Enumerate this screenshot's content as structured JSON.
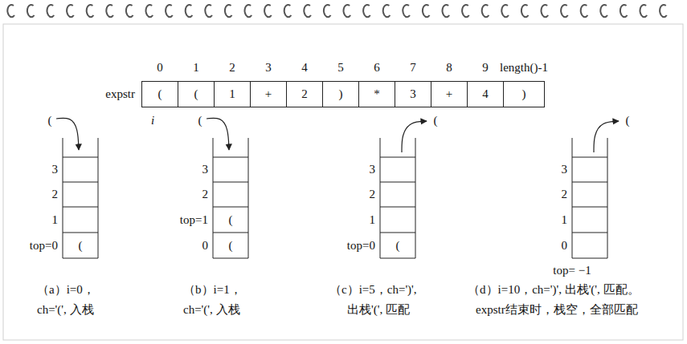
{
  "diagram": {
    "nodes": [
      {
        "text": [
          "("
        ]
      },
      {
        "text": [
          "("
        ]
      },
      {
        "text": [
          "1"
        ]
      },
      {
        "text": [
          "+"
        ]
      },
      {
        "text": [
          "2"
        ]
      },
      {
        "text": [
          ")"
        ]
      },
      {
        "text": [
          "*"
        ]
      },
      {
        "text": [
          "3"
        ]
      },
      {
        "text": [
          "+"
        ]
      },
      {
        "text": [
          "4"
        ]
      },
      {
        "text": [
          ")"
        ]
      },
      {
        "text": [
          "("
        ]
      },
      {
        "text": [
          "("
        ]
      },
      {
        "text": [
          "("
        ]
      },
      {
        "text": [
          "("
        ]
      }
    ],
    "labels": [
      "0",
      "1",
      "2",
      "3",
      "4",
      "5",
      "6",
      "7",
      "8",
      "9",
      "length()-1",
      "expstr",
      "i",
      "(",
      "3",
      "2",
      "1",
      "top=0",
      "（a）i=0，",
      "ch='(', 入栈",
      "(",
      "3",
      "2",
      "top=1",
      "0",
      "（b）i=1，",
      "ch='(', 入栈",
      "(",
      "3",
      "2",
      "1",
      "top=0",
      "（c）i=5，ch=')',",
      "出栈'(', 匹配",
      "(",
      "3",
      "2",
      "1",
      "0",
      "top= −1",
      "（d）i=10，ch=')', 出栈'(', 匹配。",
      "expstr结束时，栈空，全部匹配"
    ]
  }
}
